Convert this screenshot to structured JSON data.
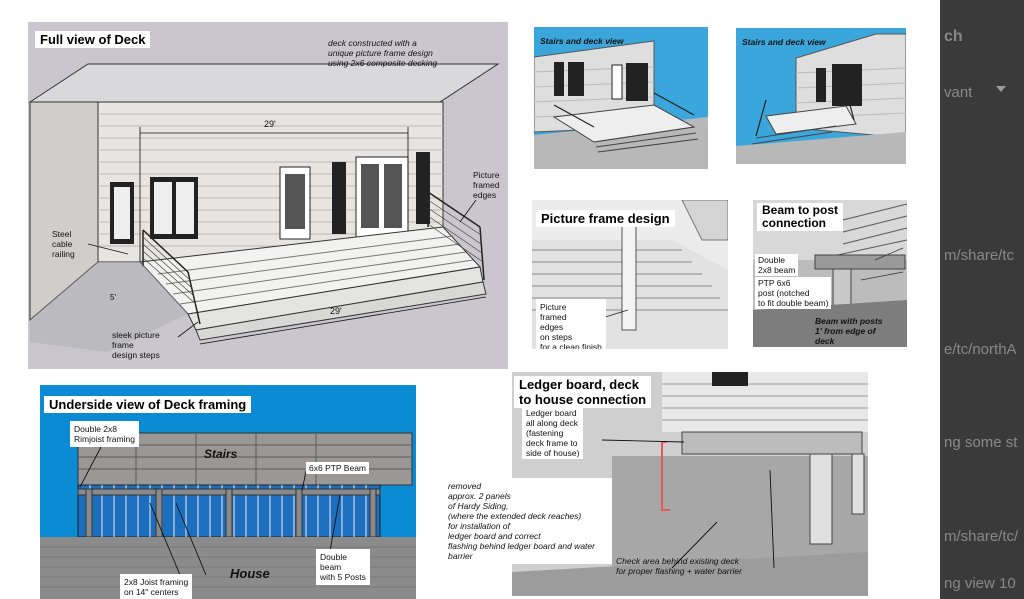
{
  "full_view": {
    "title": "Full view of Deck",
    "description": "deck constructed with a\nunique picture frame design\nusing 2x6 composite decking",
    "dim_top": "29'",
    "dim_bottom": "29'",
    "dim_side": "5'",
    "steel_cable": "Steel\ncable\nrailing",
    "picture_framed_edges": "Picture\nframed\nedges",
    "sleek_steps": "sleek picture\nframe\ndesign steps"
  },
  "stairs_view_1": {
    "title": "Stairs and deck view"
  },
  "stairs_view_2": {
    "title": "Stairs and deck view"
  },
  "picture_frame": {
    "title": "Picture frame design",
    "note": "Picture\nframed\nedges\non steps\nfor a clean finish"
  },
  "beam_post": {
    "title": "Beam to post\nconnection",
    "double_beam": "Double\n2x8 beam",
    "post": "PTP 6x6\npost (notched\nto fit double beam)",
    "beam_posts": "Beam with posts\n1' from edge of\ndeck"
  },
  "underside": {
    "title": "Underside view of Deck framing",
    "rimjoist": "Double 2x8\nRimjoist framing",
    "stairs": "Stairs",
    "ptp_beam": "6x6 PTP Beam",
    "double_beam": "Double\nbeam\nwith 5 Posts",
    "house": "House",
    "joist": "2x8 Joist framing\non 14\" centers"
  },
  "ledger": {
    "title": "Ledger board, deck\nto house connection",
    "ledger_note": "Ledger board\nall along deck\n(fastening\ndeck frame to\nside of house)",
    "removed_note": "removed\napprox. 2 panels\nof Hardy Siding,\n(where the extended deck reaches)\n for installation of\nledger board and correct\nflashing behind ledger board and water\nbarrier",
    "check_note": "Check area behind existing deck\nfor proper flashing + water barrier"
  },
  "sidebar": {
    "line1": "ch",
    "line2": "vant",
    "line3": "m/share/tc",
    "line4": "e/tc/northA",
    "line5": "ng some st",
    "line6": "m/share/tc/",
    "line7": "ng view 10"
  }
}
